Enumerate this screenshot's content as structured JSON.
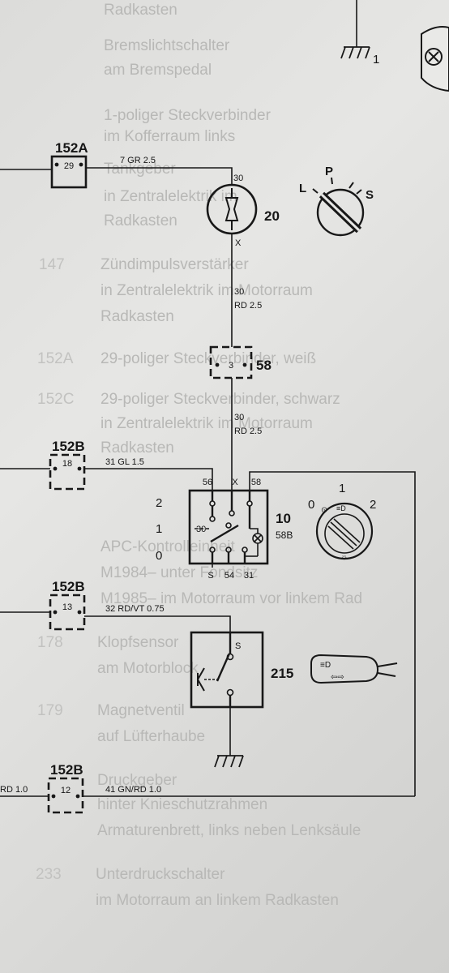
{
  "background_legend": [
    {
      "num": "",
      "lines": [
        "Radkasten"
      ]
    },
    {
      "num": "",
      "lines": [
        "Bremslichtschalter",
        "am Bremspedal"
      ]
    },
    {
      "num": "",
      "lines": [
        "1-poliger Steckverbinder",
        "im Kofferraum links"
      ]
    },
    {
      "num": "",
      "lines": [
        "Tankgeber",
        "in Zentralelektrik im",
        "Radkasten"
      ]
    },
    {
      "num": "147",
      "lines": [
        "Zündimpulsverstärker",
        "in Zentralelektrik im Motorraum",
        "Radkasten"
      ]
    },
    {
      "num": "152A",
      "lines": [
        "29-poliger Steckverbinder, weiß"
      ]
    },
    {
      "num": "152C",
      "lines": [
        "29-poliger Steckverbinder, schwarz",
        "in Zentralelektrik im Motorraum",
        "Radkasten"
      ]
    },
    {
      "num": "",
      "lines": [
        "APC-Kontrolleinheit",
        "M1984– unter Fondsitz",
        "M1985– im Motorraum vor linkem Rad"
      ]
    },
    {
      "num": "178",
      "lines": [
        "Klopfsensor",
        "am Motorblock"
      ]
    },
    {
      "num": "179",
      "lines": [
        "Magnetventil",
        "auf Lüfterhaube"
      ]
    },
    {
      "num": "",
      "lines": [
        "Druckgeber",
        "hinter Knieschutzrahmen",
        "Armaturenbrett, links neben Lenksäule"
      ]
    },
    {
      "num": "233",
      "lines": [
        "Unterdruckschalter",
        "im Motorraum an linkem Radkasten"
      ]
    }
  ],
  "connectors": [
    {
      "id": "c152A",
      "label": "152A",
      "pin": "29"
    },
    {
      "id": "c58",
      "label": "58",
      "pin": "3"
    },
    {
      "id": "c152B_18",
      "label": "152B",
      "pin": "18"
    },
    {
      "id": "c152B_13",
      "label": "152B",
      "pin": "13"
    },
    {
      "id": "c152B_12",
      "label": "152B",
      "pin": "12"
    }
  ],
  "wires": {
    "w1": "7 GR 2.5",
    "w2": "30",
    "w2b": "RD 2.5",
    "w3": "30",
    "w3b": "RD 2.5",
    "w4": "31 GL 1.5",
    "w5": "32 RD/VT 0.75",
    "w6": "41 GN/RD 1.0",
    "w6left": "RD 1.0"
  },
  "ignition": {
    "id": "20",
    "term_top": "30",
    "term_bottom": "X",
    "pos_L": "L",
    "pos_P": "P",
    "pos_S": "S"
  },
  "light_switch": {
    "id": "10",
    "sub": "58B",
    "top_terms": [
      "56",
      "X",
      "58"
    ],
    "left_term": "30",
    "bottom_terms": [
      "S",
      "54",
      "31"
    ],
    "positions": [
      "2",
      "1",
      "0"
    ],
    "knob_positions": [
      "0",
      "1",
      "2"
    ]
  },
  "stalk_switch": {
    "id": "215",
    "term": "S"
  },
  "ground": {
    "label": "1"
  }
}
